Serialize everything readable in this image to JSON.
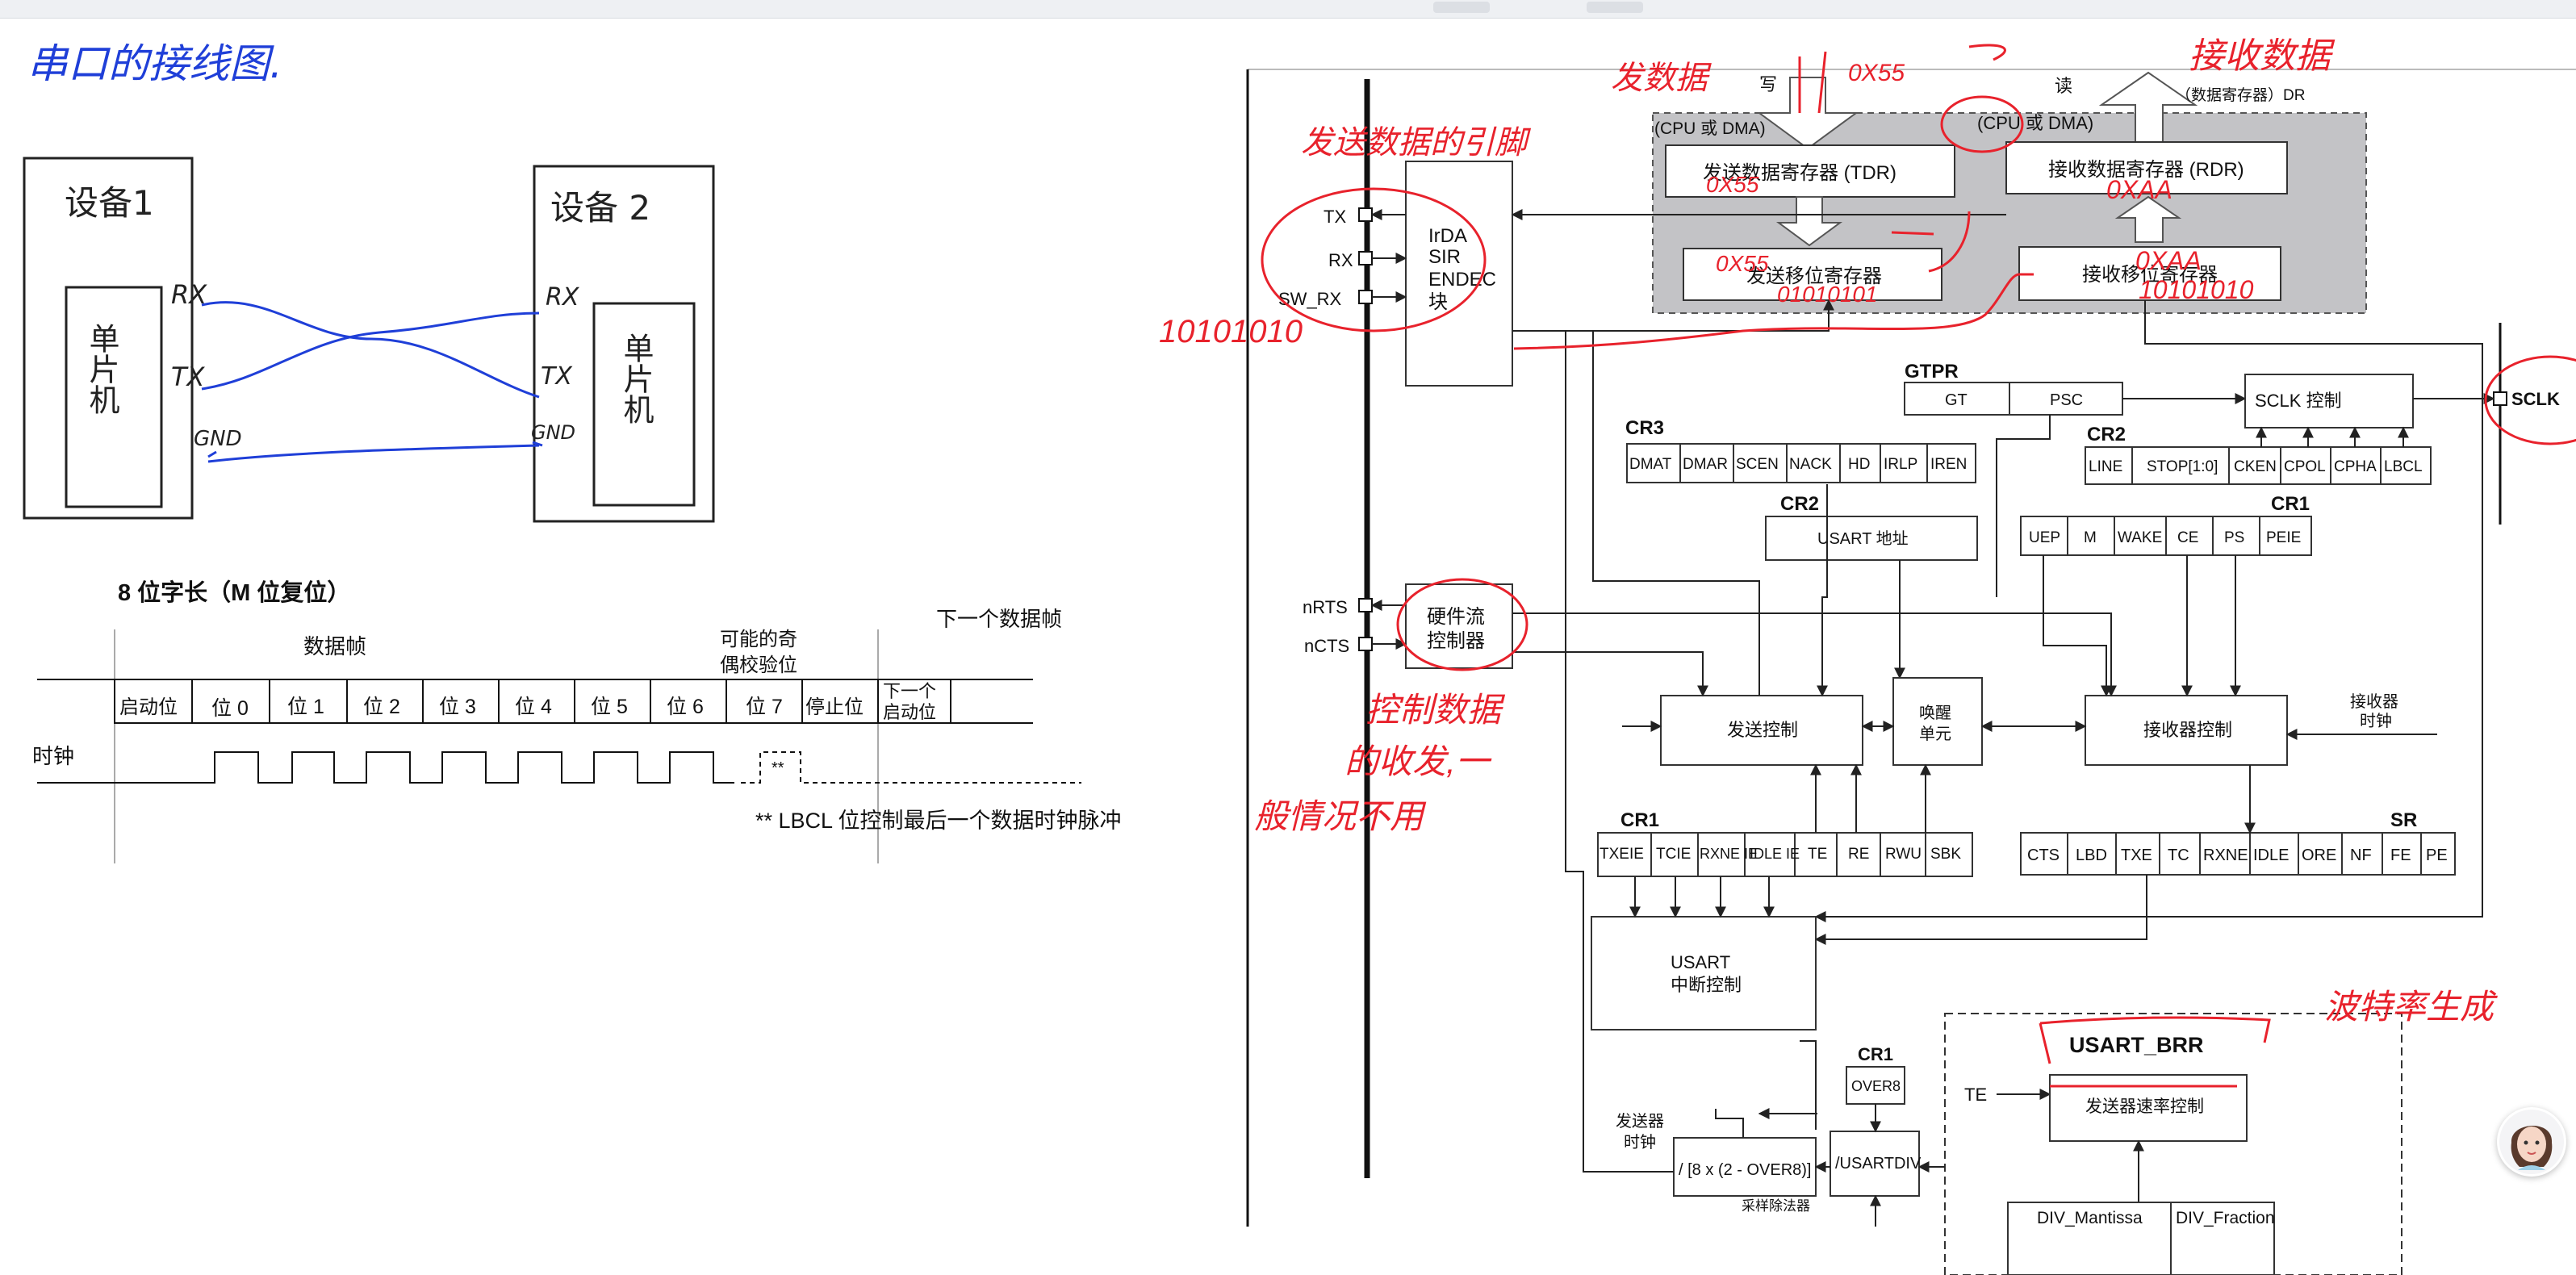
{
  "left": {
    "title_note": "串口的接线图.",
    "wiring": {
      "dev1_label": "设备1",
      "dev1_mcu": "单片机",
      "dev1_pins": [
        "RX",
        "TX",
        "GND"
      ],
      "dev2_label": "设备 2",
      "dev2_mcu": "单片机",
      "dev2_pins": [
        "RX",
        "TX",
        "GND"
      ]
    },
    "frame": {
      "title": "8 位字长（M 位复位）",
      "data_frame": "数据帧",
      "parity_label_line1": "可能的奇",
      "parity_label_line2": "偶校验位",
      "next_frame": "下一个数据帧",
      "bits": [
        "启动位",
        "位 0",
        "位 1",
        "位 2",
        "位 3",
        "位 4",
        "位 5",
        "位 6",
        "位 7",
        "停止位"
      ],
      "next_start_line1": "下一个",
      "next_start_line2": "启动位",
      "clock_label": "时钟",
      "note_marker": "**",
      "note": "** LBCL 位控制最后一个数据时钟脉冲"
    }
  },
  "right": {
    "annotations": {
      "send_data": "发数据",
      "hex1": "0X55",
      "recv_data": "接收数据",
      "send_pin": "发送数据的引脚",
      "hex2": "0X55",
      "hex3": "0X55",
      "bits_tx": "01010101",
      "hex4": "0XAA",
      "hex5": "0XAA",
      "bits_rx": "10101010",
      "bits_line": "10101010",
      "ctrl_note1": "控制数据",
      "ctrl_note2": "的收发,一",
      "ctrl_note3": "般情况不用",
      "baud_note": "波特率生成"
    },
    "top": {
      "write_label": "写",
      "read_label": "读",
      "dr_label": "（数据寄存器）DR",
      "cpu_dma_left": "(CPU 或 DMA)",
      "cpu_dma_right": "(CPU 或 DMA)",
      "tdr": "发送数据寄存器 (TDR)",
      "rdr": "接收数据寄存器 (RDR)",
      "tx_shift": "发送移位寄存器",
      "rx_shift": "接收移位寄存器"
    },
    "pins": {
      "tx": "TX",
      "rx": "RX",
      "sw_rx": "SW_RX",
      "nrts": "nRTS",
      "ncts": "nCTS",
      "sclk": "SCLK"
    },
    "irda": [
      "IrDA",
      "SIR",
      "ENDEC",
      "块"
    ],
    "hwflow": [
      "硬件流",
      "控制器"
    ],
    "gtpr": {
      "title": "GTPR",
      "cells": [
        "GT",
        "PSC"
      ]
    },
    "sclk_ctrl": "SCLK 控制",
    "cr2_top": {
      "title": "CR2",
      "cells": [
        "LINE",
        "STOP[1:0]",
        "CKEN",
        "CPOL",
        "CPHA",
        "LBCL"
      ]
    },
    "cr3": {
      "title": "CR3",
      "cells": [
        "DMAT",
        "DMAR",
        "SCEN",
        "NACK",
        "HD",
        "IRLP",
        "IREN"
      ]
    },
    "cr2_addr": {
      "title": "CR2",
      "cell": "USART 地址"
    },
    "cr1_top": {
      "title": "CR1",
      "cells": [
        "UEP",
        "M",
        "WAKE",
        "CE",
        "PS",
        "PEIE"
      ]
    },
    "tx_ctrl": "发送控制",
    "wakeup": [
      "唤醒",
      "单元"
    ],
    "rx_ctrl": "接收器控制",
    "rx_clock": [
      "接收器",
      "时钟"
    ],
    "cr1_bottom": {
      "title": "CR1",
      "cells": [
        "TXEIE",
        "TCIE",
        "RXNE IE",
        "IDLE IE",
        "TE",
        "RE",
        "RWU",
        "SBK"
      ]
    },
    "sr": {
      "title": "SR",
      "cells": [
        "CTS",
        "LBD",
        "TXE",
        "TC",
        "RXNE",
        "IDLE",
        "ORE",
        "NF",
        "FE",
        "PE"
      ]
    },
    "irq": [
      "USART",
      "中断控制"
    ],
    "cr1_over": {
      "title": "CR1",
      "cell": "OVER8"
    },
    "brr": {
      "title": "USART_BRR",
      "te": "TE",
      "rate": "发送器速率控制",
      "mant": "DIV_Mantissa",
      "frac": "DIV_Fraction"
    },
    "tx_clock": [
      "发送器",
      "时钟"
    ],
    "div1": "/ [8 x (2 - OVER8)]",
    "div1_sub": "采样除法器",
    "div2": "/USARTDIV"
  },
  "colors": {
    "pen_blue": "#1f3fd8",
    "pen_red": "#e8222c",
    "diagram_gray": "#c3c3c6",
    "line": "#222222"
  },
  "icons": [
    "assistant-avatar-icon"
  ]
}
